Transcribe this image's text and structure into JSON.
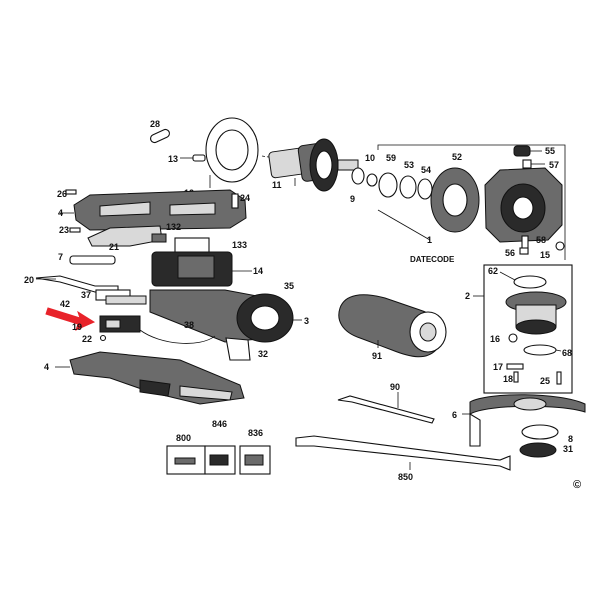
{
  "datecode": "DATECODE",
  "copyright": "©",
  "arrow_color": "#e8232a",
  "labels": {
    "p28": "28",
    "p13": "13",
    "p12": "12",
    "p11": "11",
    "p10": "10",
    "p9": "9",
    "p59": "59",
    "p53": "53",
    "p54": "54",
    "p52": "52",
    "p55": "55",
    "p57": "57",
    "p26": "26",
    "p4a": "4",
    "p24": "24",
    "p23": "23",
    "p21": "21",
    "p132": "132",
    "p133": "133",
    "p7": "7",
    "p14": "14",
    "p20": "20",
    "p35": "35",
    "p37": "37",
    "p42": "42",
    "p3": "3",
    "p19": "19",
    "p38": "38",
    "p22": "22",
    "p32": "32",
    "p4b": "4",
    "p1": "1",
    "p58": "58",
    "p56": "56",
    "p15": "15",
    "p62": "62",
    "p2": "2",
    "p91": "91",
    "p16": "16",
    "p68": "68",
    "p17": "17",
    "p18": "18",
    "p25": "25",
    "p90": "90",
    "p6": "6",
    "p8": "8",
    "p31": "31",
    "p800": "800",
    "p846": "846",
    "p836": "836",
    "p850": "850"
  }
}
